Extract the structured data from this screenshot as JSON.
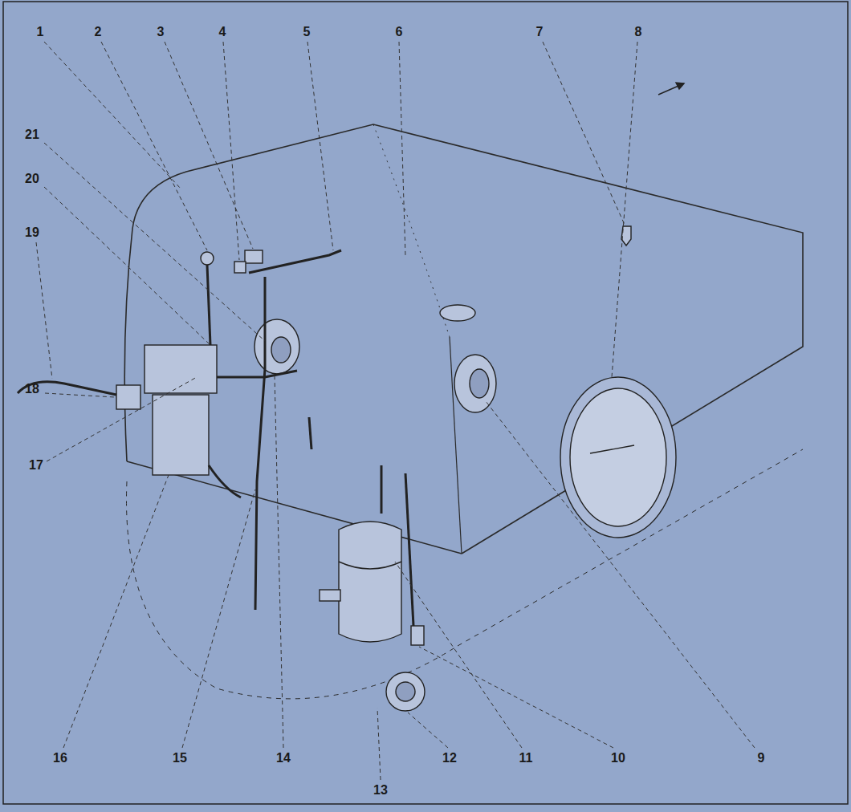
{
  "diagram": {
    "labels": [
      "1",
      "2",
      "3",
      "4",
      "5",
      "6",
      "7",
      "8",
      "21",
      "20",
      "19",
      "18",
      "17",
      "16",
      "15",
      "14",
      "13",
      "12",
      "11",
      "10",
      "9"
    ]
  }
}
